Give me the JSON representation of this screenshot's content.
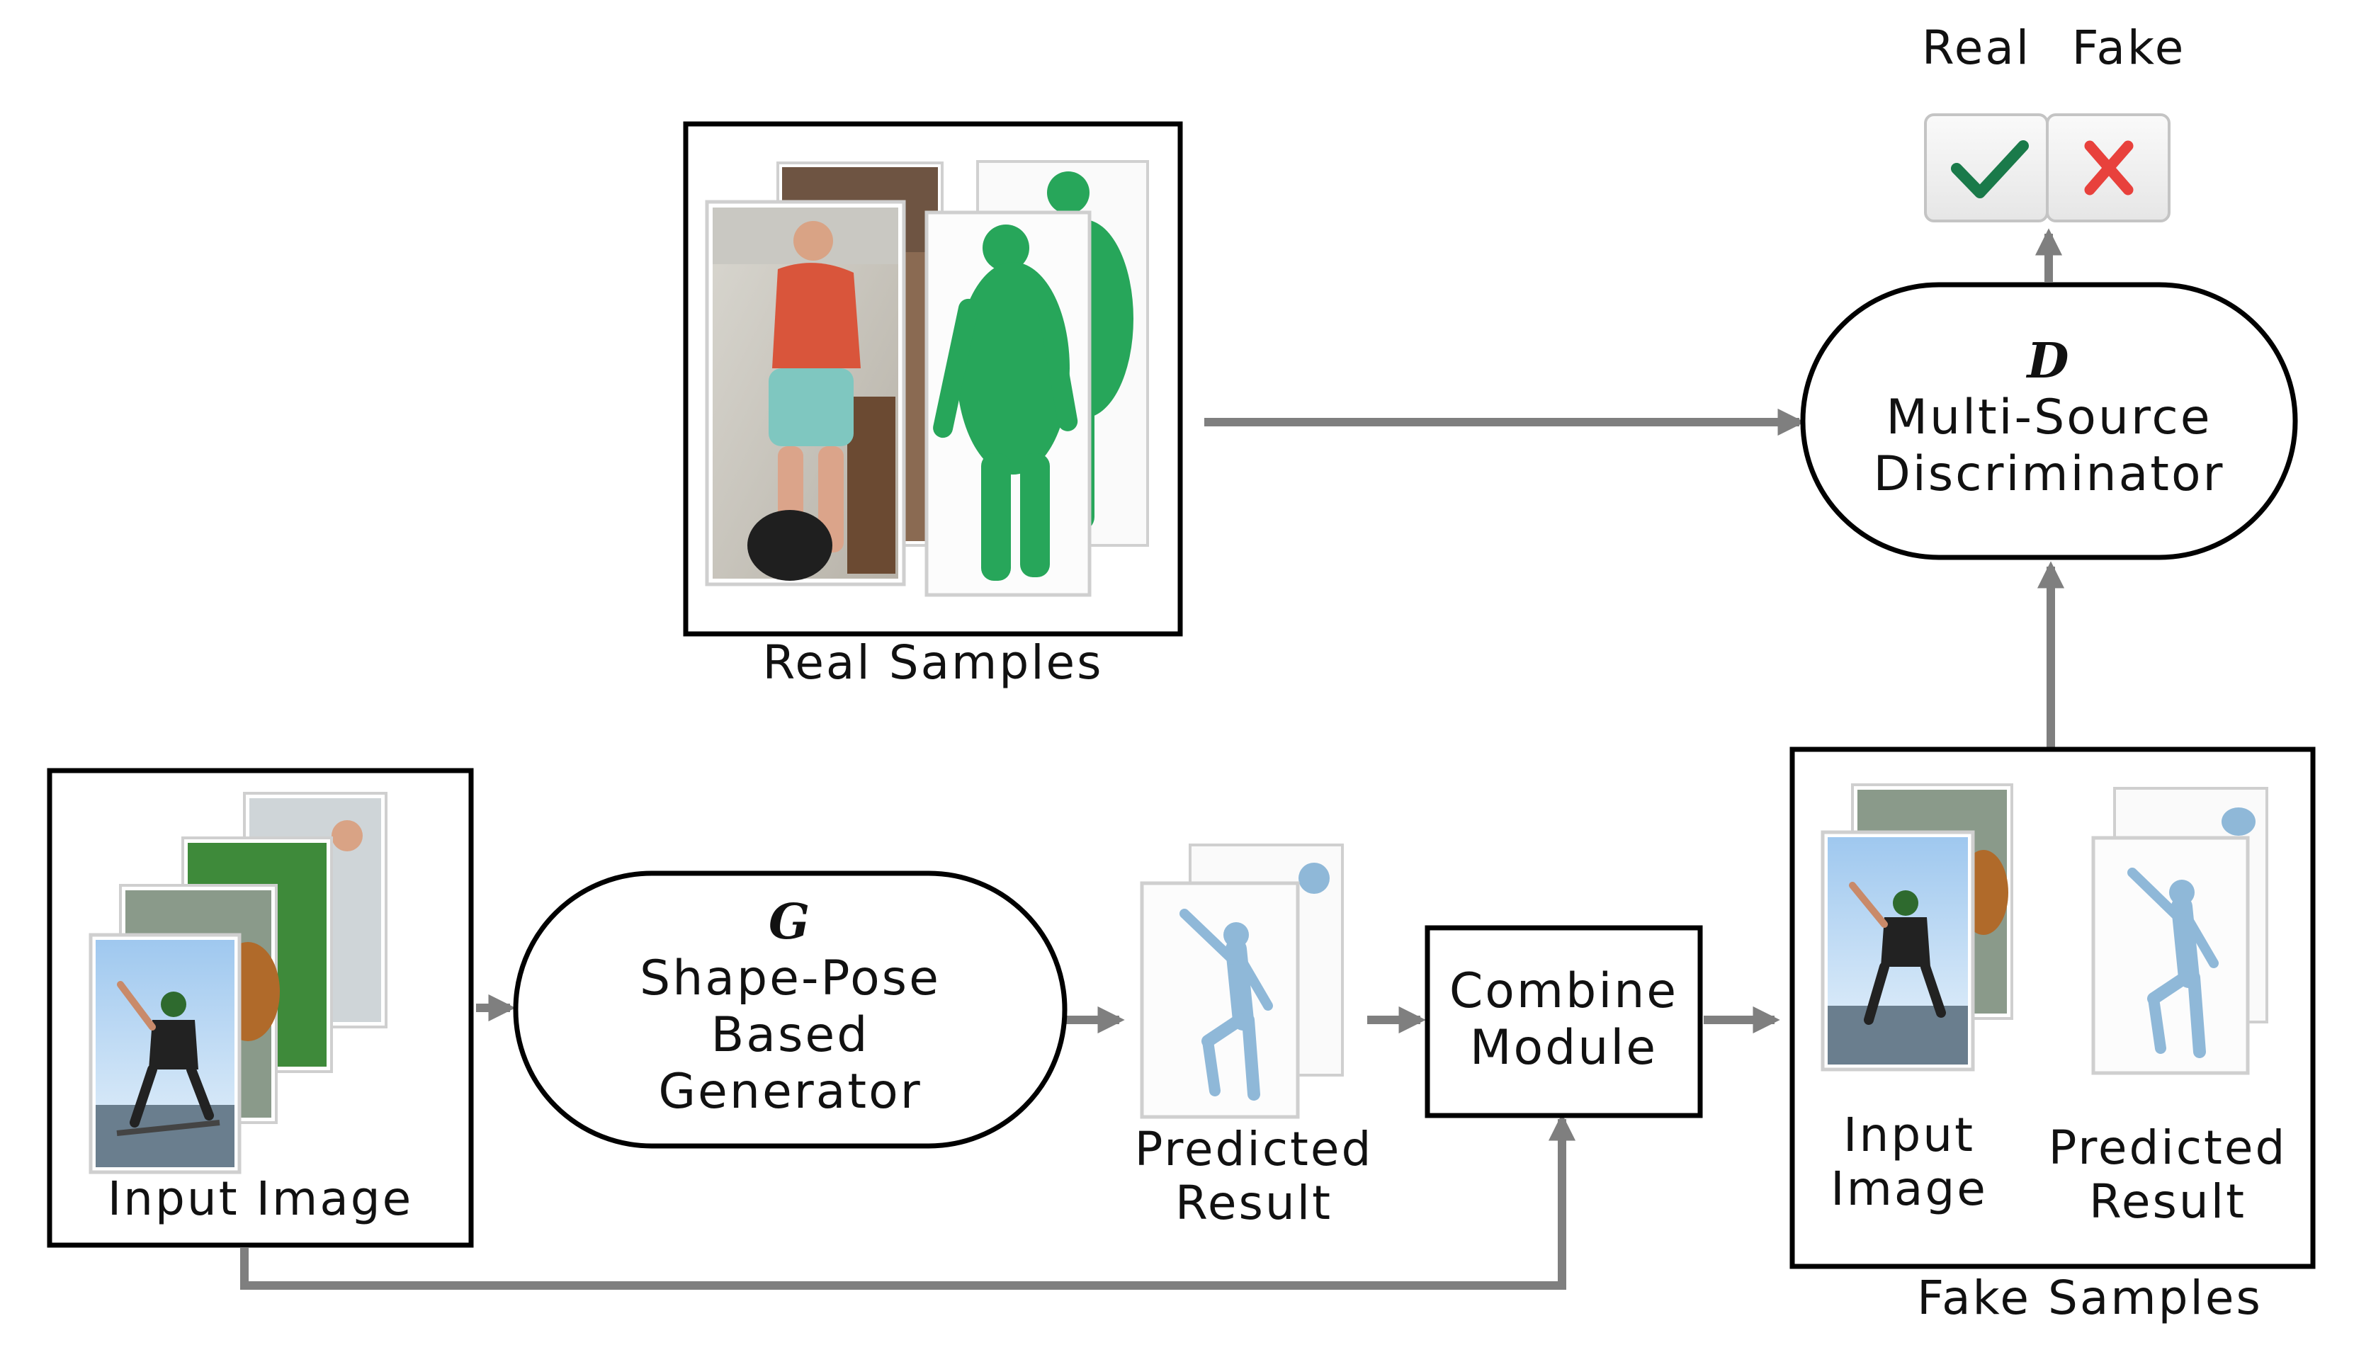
{
  "verdict": {
    "real_label": "Real",
    "fake_label": "Fake",
    "real_icon": "check-mark-icon",
    "fake_icon": "cross-mark-icon",
    "real_color": "#1a7a4a",
    "fake_color": "#e8413c"
  },
  "discriminator": {
    "symbol": "D",
    "line1": "Multi-Source",
    "line2": "Discriminator"
  },
  "generator": {
    "symbol": "G",
    "line1": "Shape-Pose",
    "line2": "Based",
    "line3": "Generator"
  },
  "combine": {
    "line1": "Combine",
    "line2": "Module"
  },
  "real_samples": {
    "caption": "Real Samples"
  },
  "input_image": {
    "caption": "Input Image"
  },
  "predicted": {
    "line1": "Predicted",
    "line2": "Result"
  },
  "fake_samples": {
    "caption": "Fake Samples",
    "input_line1": "Input",
    "input_line2": "Image",
    "pred_line1": "Predicted",
    "pred_line2": "Result"
  },
  "colors": {
    "arrow": "#7f7f7f",
    "green_mesh": "#27a65a",
    "blue_mesh": "#8fb8d8"
  }
}
